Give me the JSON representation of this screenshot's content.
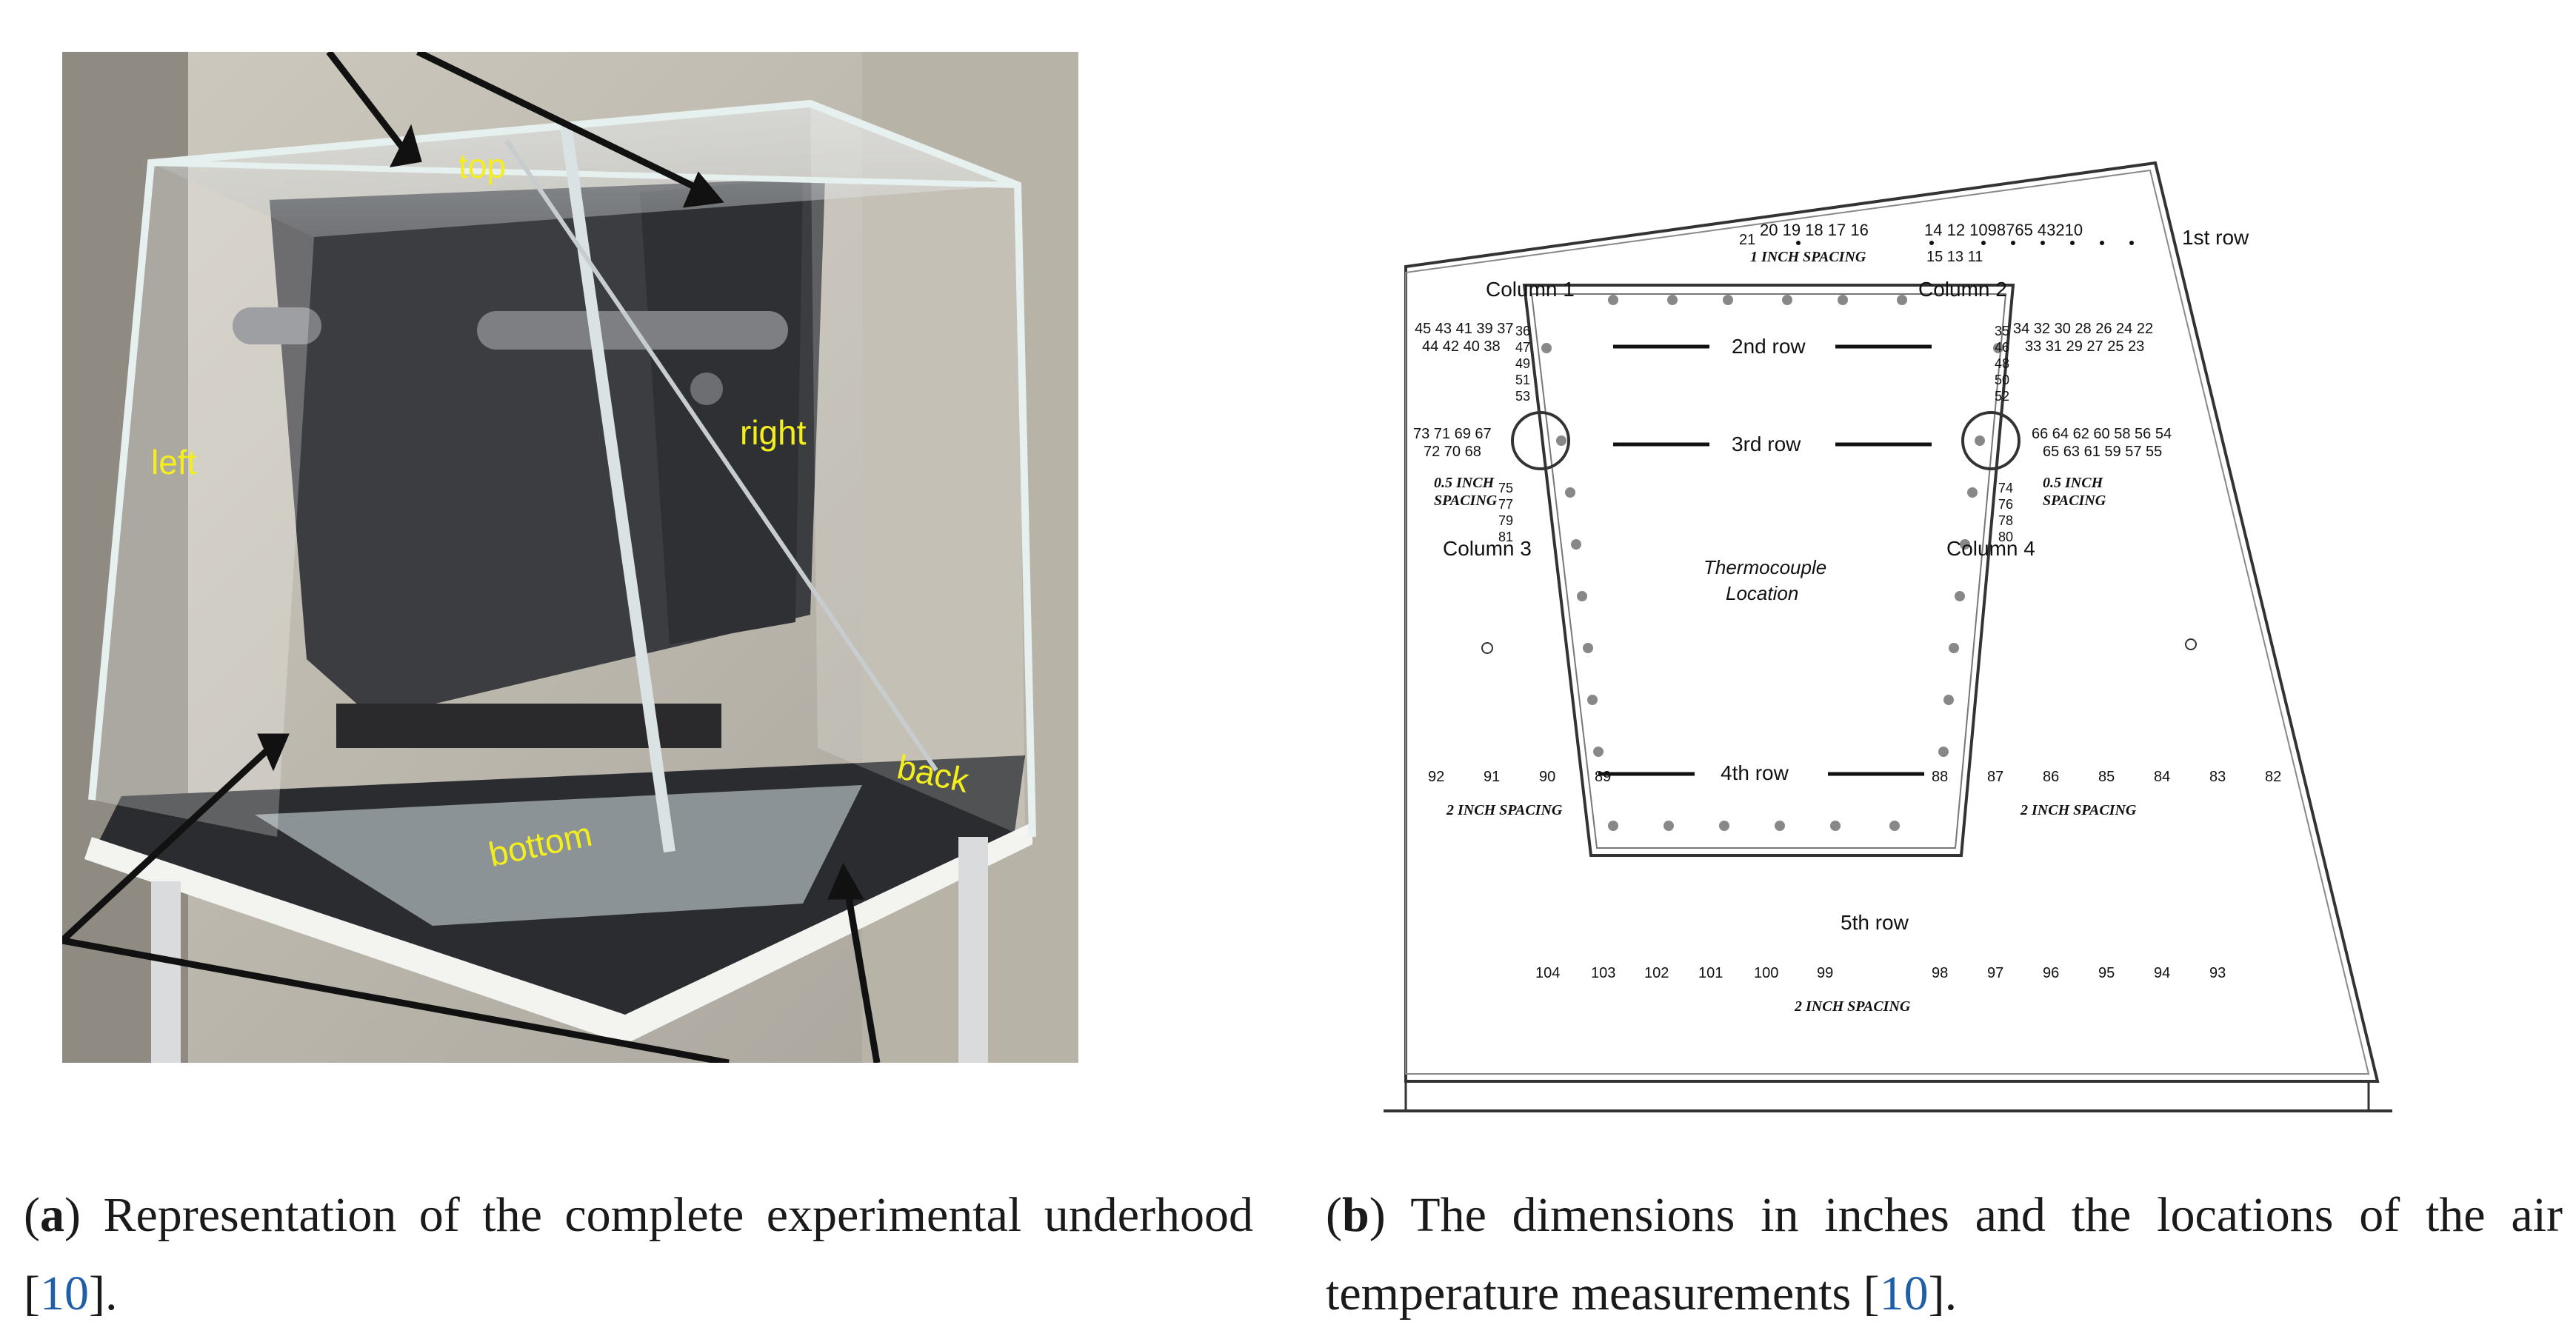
{
  "figure_a": {
    "labels": {
      "top": "top",
      "left": "left",
      "right": "right",
      "back": "back",
      "bottom": "bottom"
    }
  },
  "figure_b": {
    "first_row": {
      "label": "1st row",
      "spacing": "1 INCH SPACING",
      "upper_numbers": "20 19 18 17 16",
      "upper_numbers_right": "14 12 1098765 43210",
      "lower_numbers": "15 13 11",
      "left_number": "21"
    },
    "columns": {
      "col1": "Column 1",
      "col2": "Column 2",
      "col3": "Column 3",
      "col4": "Column 4"
    },
    "rows": {
      "row2": "2nd row",
      "row3": "3rd row",
      "row4": "4th row",
      "row5": "5th row"
    },
    "center_label_1": "Thermocouple",
    "center_label_2": "Location",
    "left_groups": {
      "a_top": "45 43 41 39 37",
      "a_bottom": "44 42 40 38",
      "vertical_a": [
        "36",
        "47",
        "49",
        "51",
        "53"
      ],
      "b_top": "73 71 69 67",
      "b_bottom": "72 70 68",
      "vertical_b": [
        "75",
        "77",
        "79",
        "81"
      ],
      "spacing_1": "0.5 INCH",
      "spacing_2": "SPACING"
    },
    "right_groups": {
      "a_top": "34 32 30 28 26 24 22",
      "a_bottom": "33 31 29 27 25 23",
      "vertical_a": [
        "35",
        "46",
        "48",
        "50",
        "52"
      ],
      "b_top": "66 64 62 60 58 56 54",
      "b_bottom": "65 63 61 59 57 55",
      "vertical_b": [
        "74",
        "76",
        "78",
        "80"
      ],
      "spacing_1": "0.5 INCH",
      "spacing_2": "SPACING"
    },
    "fourth_row_left": [
      "92",
      "91",
      "90",
      "89"
    ],
    "fourth_row_right": [
      "88",
      "87",
      "86",
      "85",
      "84",
      "83",
      "82"
    ],
    "fourth_spacing_left": "2 INCH SPACING",
    "fourth_spacing_right": "2 INCH SPACING",
    "fifth_row_numbers": [
      "104",
      "103",
      "102",
      "101",
      "100",
      "99",
      "98",
      "97",
      "96",
      "95",
      "94",
      "93"
    ],
    "fifth_spacing": "2 INCH SPACING"
  },
  "captions": {
    "a_label": "a",
    "a_text": ") Representation of the complete experimental underhood [",
    "a_ref": "10",
    "a_end": "].",
    "b_label": "b",
    "b_text": ") The dimensions in inches and the locations of the air temperature measurements [",
    "b_ref": "10",
    "b_end": "]."
  }
}
